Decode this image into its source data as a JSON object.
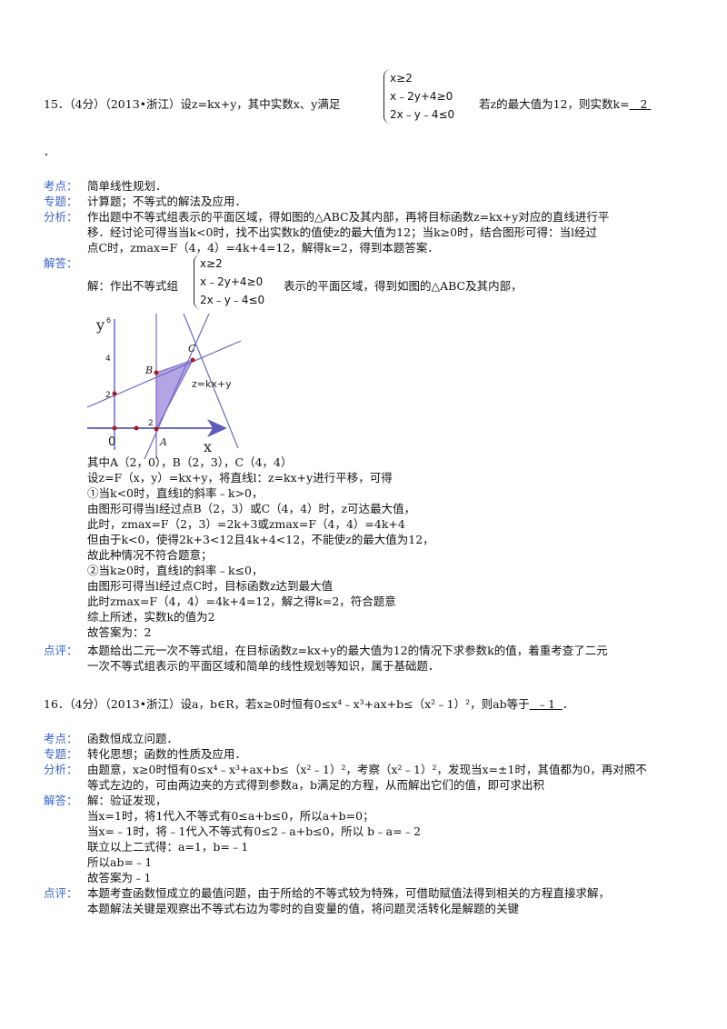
{
  "q15": {
    "stem_pre": "15．（4分）（2013•浙江）设z=kx+y，其中实数x、y满足",
    "sys": [
      "x≥2",
      "x﹣2y+4≥0",
      "2x﹣y﹣4≤0"
    ],
    "stem_post": "若z的最大值为12，则实数k=",
    "answer": "2",
    "tail_dot": "．",
    "kaodian_label": "考点：",
    "kaodian": "简单线性规划．",
    "zhuanti_label": "专题：",
    "zhuanti": "计算题；不等式的解法及应用．",
    "fenxi_label": "分析：",
    "fenxi": [
      "作出题中不等式组表示的平面区域，得如图的△ABC及其内部，再将目标函数z=kx+y对应的直线进行平",
      "移．经讨论可得当当k<0时，找不出实数k的值使z的最大值为12；当k≥0时，结合图形可得：当l经过",
      "点C时，zmax=F（4，4）=4k+4=12，解得k=2，得到本题答案．"
    ],
    "jieda_label": "解答：",
    "jie_pre": "解：作出不等式组",
    "jie_post": "表示的平面区域，得到如图的△ABC及其内部，",
    "graph": {
      "y_label": "y",
      "y_sup": "6",
      "x_label": "x",
      "origin": "0",
      "tick_y4": "4",
      "tick_y2": "2",
      "tick_y2b": "2",
      "pt_A": "A",
      "pt_B": "B",
      "pt_C": "C",
      "line_label": "z=kx+y"
    },
    "solution": [
      "其中A（2，0），B（2，3），C（4，4）",
      "设z=F（x，y）=kx+y，将直线l：z=kx+y进行平移，可得",
      "①当k<0时，直线l的斜率﹣k>0，",
      "由图形可得当l经过点B（2，3）或C（4，4）时，z可达最大值，",
      "此时，zmax=F（2，3）=2k+3或zmax=F（4，4）=4k+4",
      "但由于k<0，使得2k+3<12且4k+4<12，不能使z的最大值为12，",
      "故此种情况不符合题意；",
      "②当k≥0时，直线l的斜率﹣k≤0，",
      "由图形可得当l经过点C时，目标函数z达到最大值",
      "此时zmax=F（4，4）=4k+4=12，解之得k=2，符合题意",
      "综上所述，实数k的值为2",
      "故答案为：2"
    ],
    "dianping_label": "点评：",
    "dianping": [
      "本题给出二元一次不等式组，在目标函数z=kx+y的最大值为12的情况下求参数k的值，着重考查了二元",
      "一次不等式组表示的平面区域和简单的线性规划等知识，属于基础题．"
    ]
  },
  "q16": {
    "stem": "16．（4分）（2013•浙江）设a，b∈R，若x≥0时恒有0≤x⁴﹣x³+ax+b≤（x²﹣1）²，则ab等于",
    "answer": "﹣1",
    "tail_dot": "．",
    "kaodian_label": "考点：",
    "kaodian": "函数恒成立问题．",
    "zhuanti_label": "专题：",
    "zhuanti": "转化思想；函数的性质及应用．",
    "fenxi_label": "分析：",
    "fenxi": [
      "由题意，x≥0时恒有0≤x⁴﹣x³+ax+b≤（x²﹣1）²，考察（x²﹣1）²，发现当x=±1时，其值都为0，再对照不",
      "等式左边的，可由两边夹的方式得到参数a，b满足的方程，从而解出它们的值，即可求出积"
    ],
    "jieda_label": "解答：",
    "solution": [
      "解：验证发现，",
      "当x=1时，将1代入不等式有0≤a+b≤0，所以a+b=0；",
      "当x=﹣1时，将﹣1代入不等式有0≤2﹣a+b≤0，所以 b﹣a=﹣2",
      "联立以上二式得：a=1，b=﹣1",
      "所以ab=﹣1",
      "故答案为﹣1"
    ],
    "dianping_label": "点评：",
    "dianping": [
      "本题考查函数恒成立的最值问题，由于所给的不等式较为特殊，可借助赋值法得到相关的方程直接求解，",
      "本题解法关键是观察出不等式右边为零时的自变量的值，将问题灵活转化是解题的关键"
    ]
  }
}
